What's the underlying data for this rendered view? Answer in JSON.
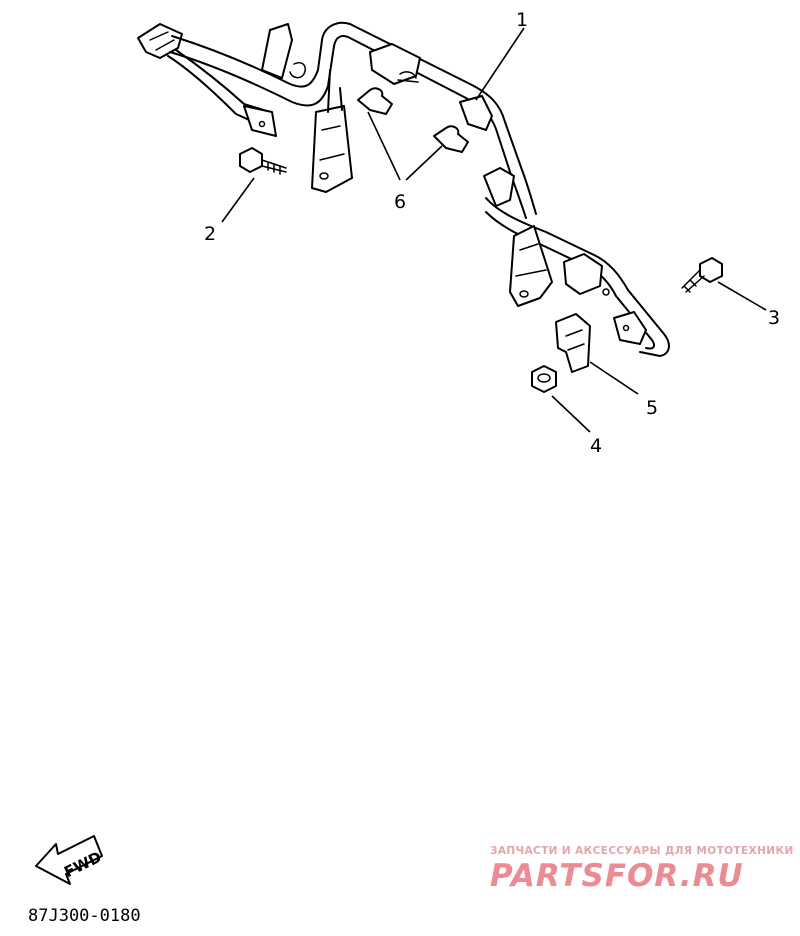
{
  "diagram": {
    "callouts": [
      {
        "id": "1",
        "text": "1"
      },
      {
        "id": "2",
        "text": "2"
      },
      {
        "id": "3",
        "text": "3"
      },
      {
        "id": "4",
        "text": "4"
      },
      {
        "id": "5",
        "text": "5"
      },
      {
        "id": "6",
        "text": "6"
      }
    ],
    "direction_label": "FWD",
    "figure_code": "87J300-0180"
  },
  "watermark": {
    "line1": "ЗАПЧАСТИ И АКСЕССУАРЫ ДЛЯ МОТОТЕХНИКИ",
    "line2": "PARTSFOR.RU",
    "color": "#ef8a93"
  }
}
